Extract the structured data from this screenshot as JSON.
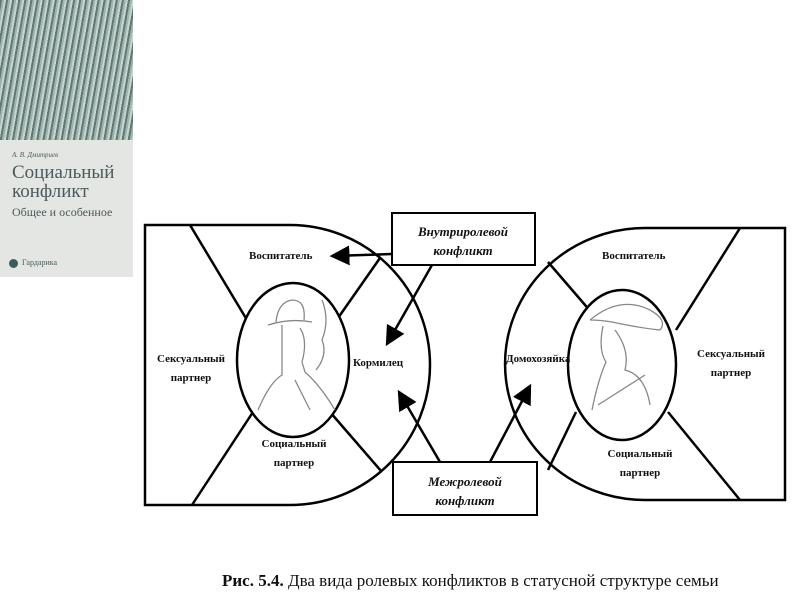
{
  "book_cover": {
    "author": "А. В. Дмитриев",
    "title_line1": "Социальный",
    "title_line2": "конфликт",
    "subtitle": "Общее и особенное",
    "publisher": "Гардарика"
  },
  "diagram": {
    "intrarole_line1": "Внутриролевой",
    "intrarole_line2": "конфликт",
    "interrole_line1": "Межролевой",
    "interrole_line2": "конфликт",
    "left": {
      "educator": "Воспитатель",
      "sexual_line1": "Сексуальный",
      "sexual_line2": "партнер",
      "social_line1": "Социальный",
      "social_line2": "партнер",
      "breadwinner": "Кормилец"
    },
    "right": {
      "educator": "Воспитатель",
      "sexual_line1": "Сексуальный",
      "sexual_line2": "партнер",
      "social_line1": "Социальный",
      "social_line2": "партнер",
      "housewife": "Домохозяйка"
    }
  },
  "caption": {
    "number": "Рис. 5.4.",
    "text": " Два вида ролевых конфликтов в статусной структуре семьи"
  }
}
